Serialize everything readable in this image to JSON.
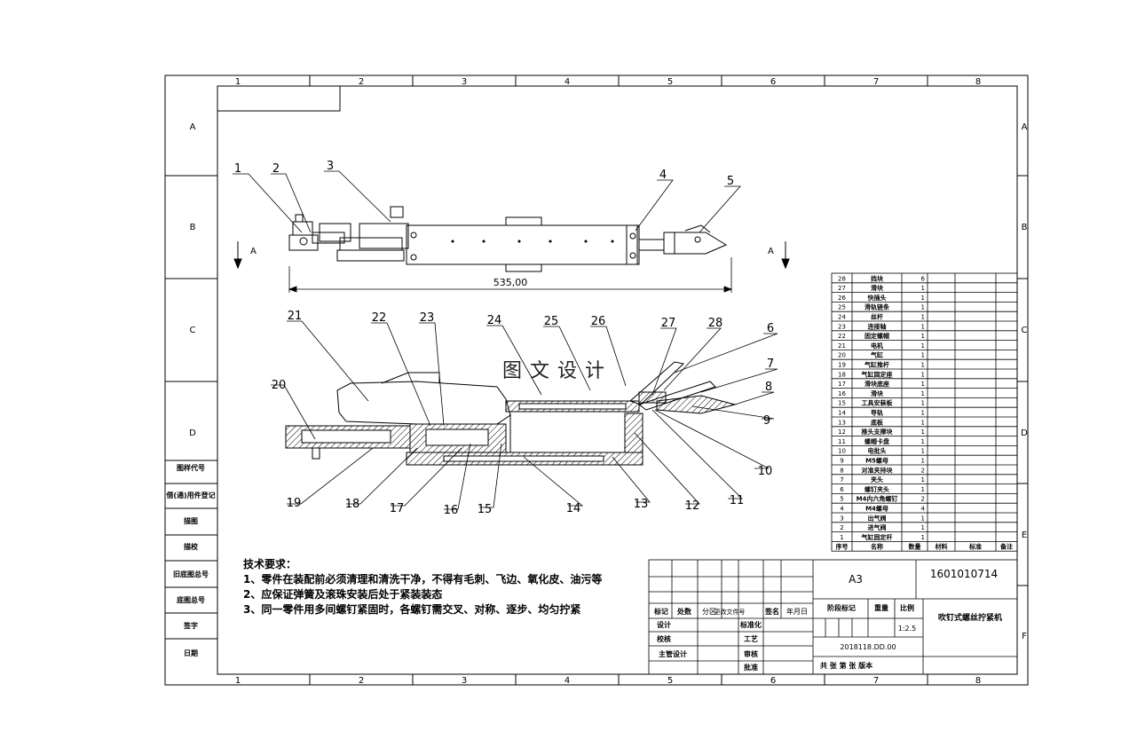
{
  "frame": {
    "cols": [
      "1",
      "2",
      "3",
      "4",
      "5",
      "6",
      "7",
      "8"
    ],
    "rows": [
      "A",
      "B",
      "C",
      "D",
      "E",
      "F"
    ],
    "left_labels": [
      "图样代号",
      "借(通)用件登记",
      "描图",
      "描校",
      "旧底图总号",
      "底图总号",
      "签字",
      "日期"
    ]
  },
  "top_view": {
    "dimension": "535,00",
    "section_mark": "A",
    "callouts": [
      "1",
      "2",
      "3",
      "4",
      "5"
    ]
  },
  "section_view": {
    "callouts_top": [
      "21",
      "22",
      "23",
      "24",
      "25",
      "26",
      "27",
      "28"
    ],
    "callouts_right": [
      "6",
      "7",
      "8",
      "9",
      "10",
      "11",
      "12"
    ],
    "callouts_bottom": [
      "19",
      "18",
      "17",
      "16",
      "15",
      "14",
      "13"
    ],
    "callout_left": "20"
  },
  "watermark": "图文设计",
  "notes": {
    "title": "技术要求：",
    "lines": [
      "1、零件在装配前必须清理和清洗干净，不得有毛刺、飞边、氧化皮、油污等",
      "2、应保证弹簧及滚珠安装后处于紧装装态",
      "3、同一零件用多间螺钉紧固时，各螺钉需交叉、对称、逐步、均匀拧紧"
    ]
  },
  "bom": {
    "headers": [
      "序号",
      "名称",
      "数量",
      "材料",
      "标准",
      "备注"
    ],
    "rows": [
      [
        "28",
        "挡块",
        "6"
      ],
      [
        "27",
        "滑块",
        "1"
      ],
      [
        "26",
        "快插头",
        "1"
      ],
      [
        "25",
        "滑轨链条",
        "1"
      ],
      [
        "24",
        "丝杆",
        "1"
      ],
      [
        "23",
        "连接轴",
        "1"
      ],
      [
        "22",
        "固定螺帽",
        "1"
      ],
      [
        "21",
        "电机",
        "1"
      ],
      [
        "20",
        "气缸",
        "1"
      ],
      [
        "19",
        "气缸推杆",
        "1"
      ],
      [
        "18",
        "气缸固定座",
        "1"
      ],
      [
        "17",
        "滑块底座",
        "1"
      ],
      [
        "16",
        "滑块",
        "1"
      ],
      [
        "15",
        "工具安装板",
        "1"
      ],
      [
        "14",
        "导轨",
        "1"
      ],
      [
        "13",
        "底板",
        "1"
      ],
      [
        "12",
        "推头支撑块",
        "1"
      ],
      [
        "11",
        "螺帽卡盘",
        "1"
      ],
      [
        "10",
        "电批头",
        "1"
      ],
      [
        "9",
        "M5螺母",
        "1"
      ],
      [
        "8",
        "对准夹持块",
        "2"
      ],
      [
        "7",
        "夹头",
        "1"
      ],
      [
        "6",
        "螺钉夹头",
        "1"
      ],
      [
        "5",
        "M4内六角螺钉",
        "2"
      ],
      [
        "4",
        "M4螺母",
        "4"
      ],
      [
        "3",
        "出气阀",
        "1"
      ],
      [
        "2",
        "进气阀",
        "1"
      ],
      [
        "1",
        "气缸固定杆",
        "1"
      ]
    ]
  },
  "title_block": {
    "size": "A3",
    "code": "1601010714",
    "name": "吹钉式螺丝拧紧机",
    "scale_label": "比例",
    "scale": "1:2.5",
    "weight_label": "重量",
    "stage_label": "阶段标记",
    "date_code": "2018118.DD.00",
    "sheets": "共 张  第 张  版本",
    "revision_headers": [
      "标记",
      "处数",
      "分区",
      "更改文件号",
      "签名",
      "年月日"
    ],
    "roles": [
      "设计",
      "标准化",
      "校核",
      "工艺",
      "主管设计",
      "审核",
      "批准"
    ]
  }
}
